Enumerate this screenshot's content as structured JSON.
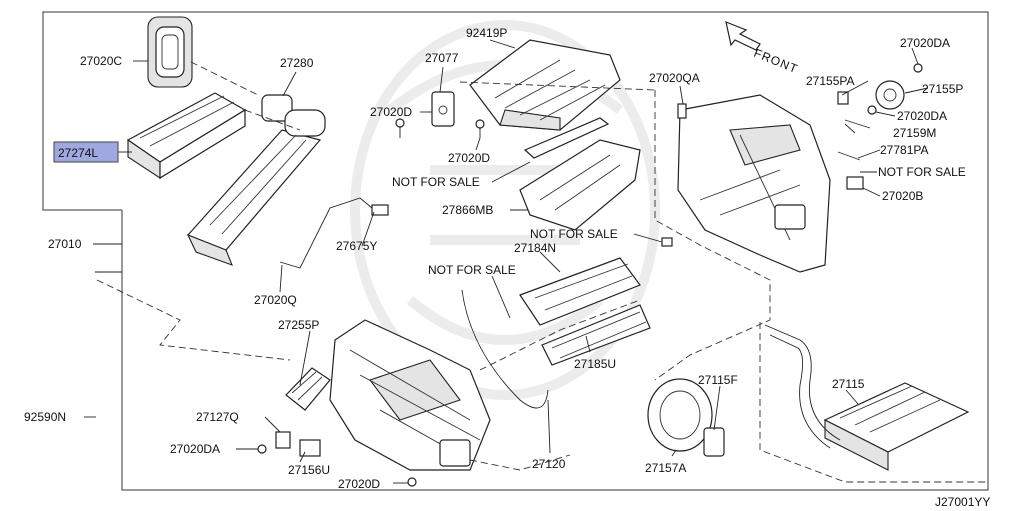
{
  "diagram_code": "J27001YY",
  "front_label": "FRONT",
  "highlight_color": "#9fa8e0",
  "parts": {
    "p27020C": "27020C",
    "p27280": "27280",
    "p27274L": "27274L",
    "p92419P": "92419P",
    "p27077": "27077",
    "p27020D_a": "27020D",
    "p27020D_b": "27020D",
    "p27020D_c": "27020D",
    "p27020QA": "27020QA",
    "p27020DA_a": "27020DA",
    "p27155PA": "27155PA",
    "p27155P": "27155P",
    "p27020DA_b": "27020DA",
    "p27159M": "27159M",
    "p27781PA": "27781PA",
    "p27020B": "27020B",
    "p27866MB": "27866MB",
    "p27010": "27010",
    "p27675Y": "27675Y",
    "p27184N": "27184N",
    "p27020Q": "27020Q",
    "p27255P": "27255P",
    "p27185U": "27185U",
    "p27115F": "27115F",
    "p27115": "27115",
    "p92590N": "92590N",
    "p27127Q": "27127Q",
    "p27020DA_c": "27020DA",
    "p27156U": "27156U",
    "p27120": "27120",
    "p27157A": "27157A"
  },
  "nfs": {
    "n1": "NOT FOR SALE",
    "n2": "NOT FOR SALE",
    "n3": "NOT FOR SALE",
    "n4": "NOT FOR SALE"
  }
}
